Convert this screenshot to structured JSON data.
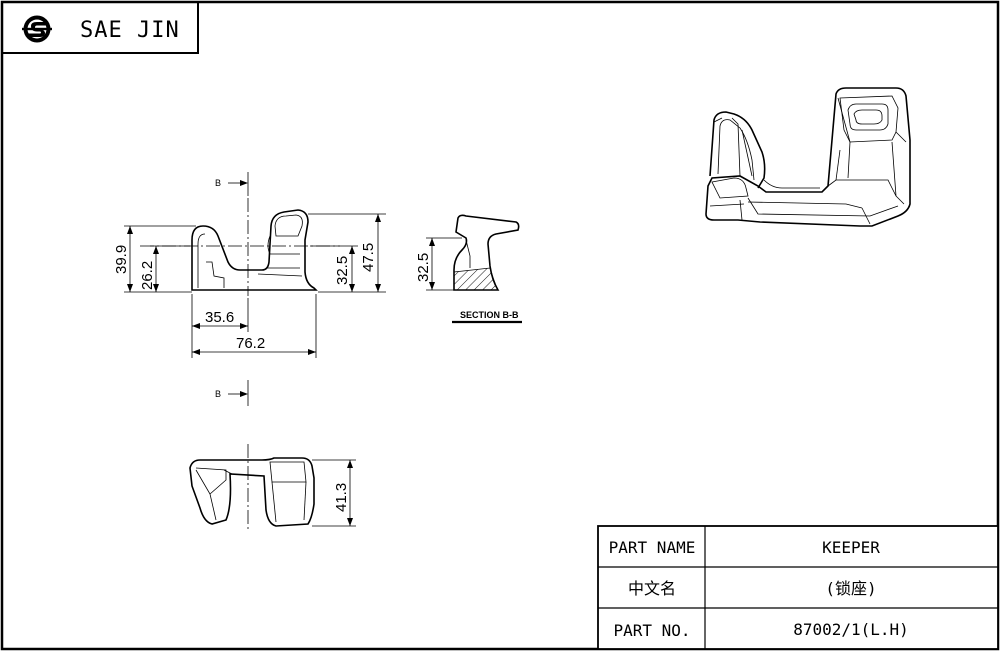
{
  "brand": {
    "name": "SAE JIN"
  },
  "views": {
    "section_marker_top": "B",
    "section_marker_bottom": "B",
    "section_label": "SECTION B-B"
  },
  "dimensions": {
    "front_width_total": "76.2",
    "front_width_partial": "35.6",
    "front_height_left_outer": "39.9",
    "front_height_left_inner": "26.2",
    "front_height_right_inner": "32.5",
    "front_height_right_outer": "47.5",
    "section_height": "32.5",
    "bottom_view_height": "41.3"
  },
  "title_block": {
    "rows": [
      {
        "label": "PART NAME",
        "value": "KEEPER"
      },
      {
        "label": "中文名",
        "value": "(锁座)"
      },
      {
        "label": "PART NO.",
        "value": "87002/1(L.H)"
      }
    ]
  },
  "colors": {
    "line": "#000000",
    "background": "#ffffff"
  }
}
